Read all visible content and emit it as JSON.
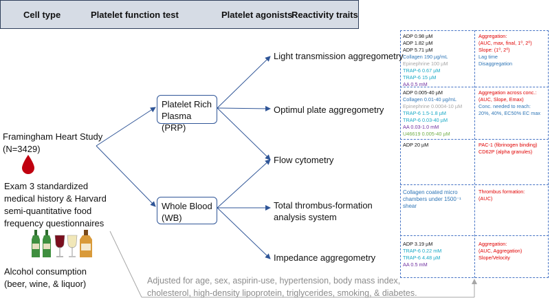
{
  "header": {
    "cell_type": "Cell type",
    "platelet_function_test": "Platelet function test",
    "platelet_agonists": "Platelet agonists",
    "reactivity_traits": "Reactivity traits"
  },
  "study": {
    "name": "Framingham Heart Study",
    "n": "(N=3429)"
  },
  "exam": {
    "line1": "Exam 3 standardized",
    "line2": "medical history & Harvard",
    "line3": "semi-quantitative food",
    "line4": "frequency questionnaires"
  },
  "alcohol": {
    "line1": "Alcohol consumption",
    "line2": "(beer, wine, & liquor)"
  },
  "cell_types": {
    "prp_line1": "Platelet Rich",
    "prp_line2": "Plasma (PRP)",
    "wb_line1": "Whole Blood",
    "wb_line2": "(WB)"
  },
  "tests": [
    "Light transmission aggregometry",
    "Optimul plate aggregometry",
    "Flow cytometry",
    "Total thrombus-formation",
    "analysis system",
    "Impedance aggregometry"
  ],
  "agonists": {
    "lta": [
      {
        "text": "ADP 0.98 µM",
        "color": "#111111"
      },
      {
        "text": "ADP 1.82 µM",
        "color": "#111111"
      },
      {
        "text": "ADP 5.71 µM",
        "color": "#111111"
      },
      {
        "text": "Collagen 190 µg/mL",
        "color": "#2e75b6"
      },
      {
        "text": "Epinephrine 100 µM",
        "color": "#a6a6a6"
      },
      {
        "text": "TRAP-6 0.67 µM",
        "color": "#17a9c6"
      },
      {
        "text": "TRAP-6 15 µM",
        "color": "#17a9c6"
      },
      {
        "text": "AA 0.5 mM",
        "color": "#7030a0"
      }
    ],
    "opa": [
      {
        "text": "ADP 0.005-40 µM",
        "color": "#111111"
      },
      {
        "text": "Collagen 0.01-40 µg/mL",
        "color": "#2e75b6"
      },
      {
        "text": "Epinephrine 0.0004-10 µM",
        "color": "#a6a6a6"
      },
      {
        "text": "TRAP-6 1.5-1.8 µM",
        "color": "#17a9c6"
      },
      {
        "text": "TRAP-6 0.03-40 µM",
        "color": "#17a9c6"
      },
      {
        "text": "AA 0.03-1.0 mM",
        "color": "#7030a0"
      },
      {
        "text": "U46619 0.005-40 µM",
        "color": "#70ad47"
      }
    ],
    "flow": [
      {
        "text": "ADP 20 µM",
        "color": "#111111"
      }
    ],
    "tts": [
      {
        "text": "Collagen coated micro",
        "color": "#2e75b6"
      },
      {
        "text": "chambers under 1500⁻¹",
        "color": "#2e75b6"
      },
      {
        "text": "shear",
        "color": "#2e75b6"
      }
    ],
    "impedance": [
      {
        "text": "ADP 3.19 µM",
        "color": "#111111"
      },
      {
        "text": "TRAP-6 0.22 mM",
        "color": "#17a9c6"
      },
      {
        "text": "TRAP-6 4.48 µM",
        "color": "#17a9c6"
      },
      {
        "text": "AA 0.5 mM",
        "color": "#7030a0"
      }
    ]
  },
  "traits": {
    "lta": [
      {
        "text": "Aggregation:",
        "color": "#e00000"
      },
      {
        "text": "(AUC, max, final, 1⁰, 2⁰)",
        "color": "#e00000"
      },
      {
        "text": "Slope: (1⁰, 2⁰)",
        "color": "#e00000"
      },
      {
        "text": "Lag time",
        "color": "#2e75b6"
      },
      {
        "text": "Disaggregation",
        "color": "#2e75b6"
      }
    ],
    "opa": [
      {
        "text": "Aggregation across conc.:",
        "color": "#e00000"
      },
      {
        "text": "(AUC, Slope, Emax)",
        "color": "#e00000"
      },
      {
        "text": "Conc. needed to reach:",
        "color": "#2e75b6"
      },
      {
        "text": "20%, 40%, EC50% EC max",
        "color": "#2e75b6"
      }
    ],
    "flow": [
      {
        "text": "PAC-1 (fibrinogen binding)",
        "color": "#e00000"
      },
      {
        "text": "CD62P (alpha granules)",
        "color": "#e00000"
      }
    ],
    "tts": [
      {
        "text": "Thrombus formation:",
        "color": "#e00000"
      },
      {
        "text": "(AUC)",
        "color": "#e00000"
      }
    ],
    "impedance": [
      {
        "text": "Aggregation:",
        "color": "#e00000"
      },
      {
        "text": "(AUC, Aggregation)",
        "color": "#e00000"
      },
      {
        "text": "Slope/Velocity",
        "color": "#e00000"
      }
    ]
  },
  "adjusted": {
    "line1": "Adjusted for age, sex, aspirin-use, hypertension, body mass index,",
    "line2": "cholesterol, high-density lipoprotein, triglycerides, smoking, & diabetes."
  },
  "colors": {
    "arrow": "#2f5597",
    "header_fill": "#d6dce5",
    "dashed_border": "#4472c4",
    "blood_drop": "#c0000f",
    "gray_arrow": "#a6a6a6"
  },
  "icons": [
    "blood-drop-icon",
    "beer-bottle-icon",
    "wine-glass-icon",
    "white-wine-glass-icon",
    "liquor-bottle-icon"
  ]
}
